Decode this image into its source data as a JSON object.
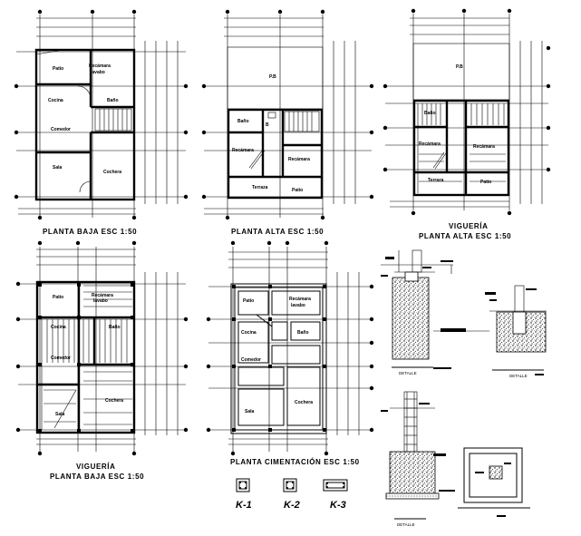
{
  "titles": {
    "planta_baja": "PLANTA BAJA ESC 1:50",
    "planta_alta": "PLANTA ALTA ESC 1:50",
    "vigueria_alta_1": "VIGUERÍA",
    "vigueria_alta_2": "PLANTA ALTA ESC 1:50",
    "vigueria_baja_1": "VIGUERÍA",
    "vigueria_baja_2": "PLANTA BAJA ESC 1:50",
    "cimentacion": "PLANTA CIMENTACIÓN ESC 1:50"
  },
  "rooms": {
    "patio": "Patio",
    "recamara": "Recámara",
    "lavabo": "lavabo",
    "cocina": "Cocina",
    "bano": "Baño",
    "comedor": "Comedor",
    "sala": "Sala",
    "cochera": "Cochera",
    "pb": "P.B",
    "terraza": "Terraza"
  },
  "marks": {
    "b": "B"
  },
  "details": {
    "detalle": "DETALLE",
    "k1": "K-1",
    "k2": "K-2",
    "k3": "K-3"
  }
}
